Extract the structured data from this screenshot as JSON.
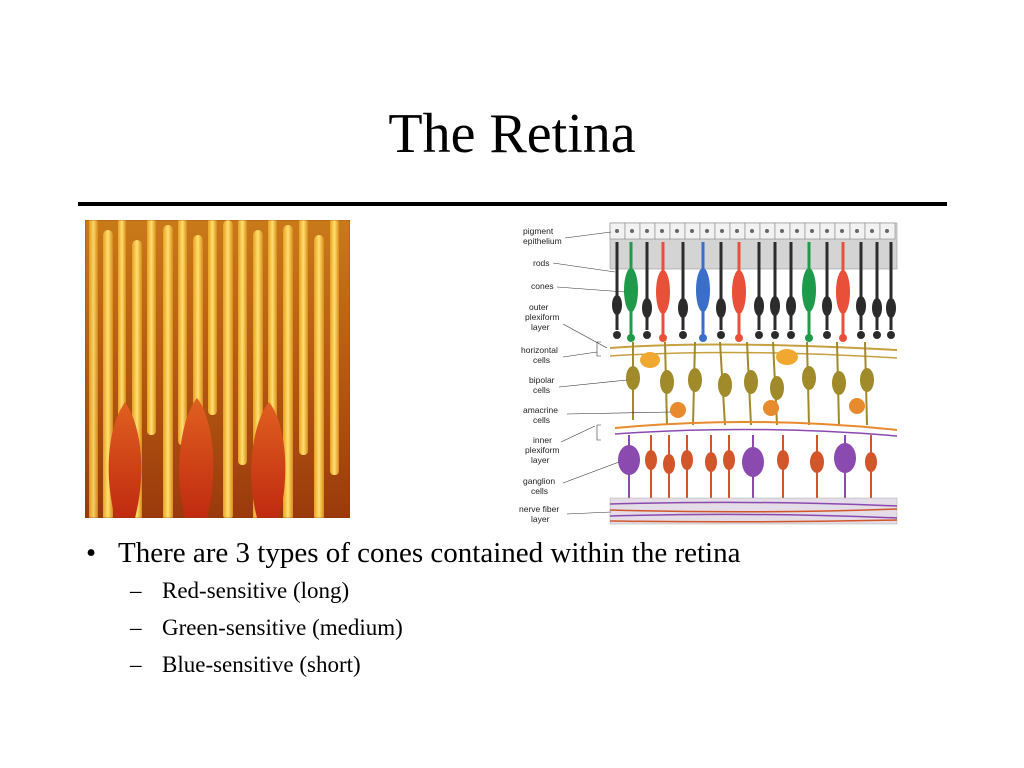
{
  "slide": {
    "title": "The Retina",
    "bullets": [
      {
        "marker": "•",
        "text": "There are 3 types of cones contained within the retina"
      }
    ],
    "sub_bullets": [
      {
        "marker": "–",
        "text": "Red-sensitive (long)"
      },
      {
        "marker": "–",
        "text": "Green-sensitive (medium)"
      },
      {
        "marker": "–",
        "text": "Blue-sensitive (short)"
      }
    ]
  },
  "diagram": {
    "labels": {
      "pigment_1": "pigment",
      "pigment_2": "epithelium",
      "rods": "rods",
      "cones": "cones",
      "outer_1": "outer",
      "outer_2": "plexiform",
      "outer_3": "layer",
      "horizontal_1": "horizontal",
      "horizontal_2": "cells",
      "bipolar_1": "bipolar",
      "bipolar_2": "cells",
      "amacrine_1": "amacrine",
      "amacrine_2": "cells",
      "inner_1": "inner",
      "inner_2": "plexiform",
      "inner_3": "layer",
      "ganglion_1": "ganglion",
      "ganglion_2": "cells",
      "nerve_1": "nerve fiber",
      "nerve_2": "layer"
    }
  },
  "colors": {
    "red_cone": "#e8503a",
    "green_cone": "#1f9a4a",
    "blue_cone": "#3a6ec8",
    "rod": "#2b2b2b",
    "bipolar": "#a08a2a",
    "horizontal": "#f0a830",
    "amacrine": "#e88a2e",
    "ganglion_purple": "#8a4ab0",
    "ganglion_orange": "#d2562a"
  }
}
